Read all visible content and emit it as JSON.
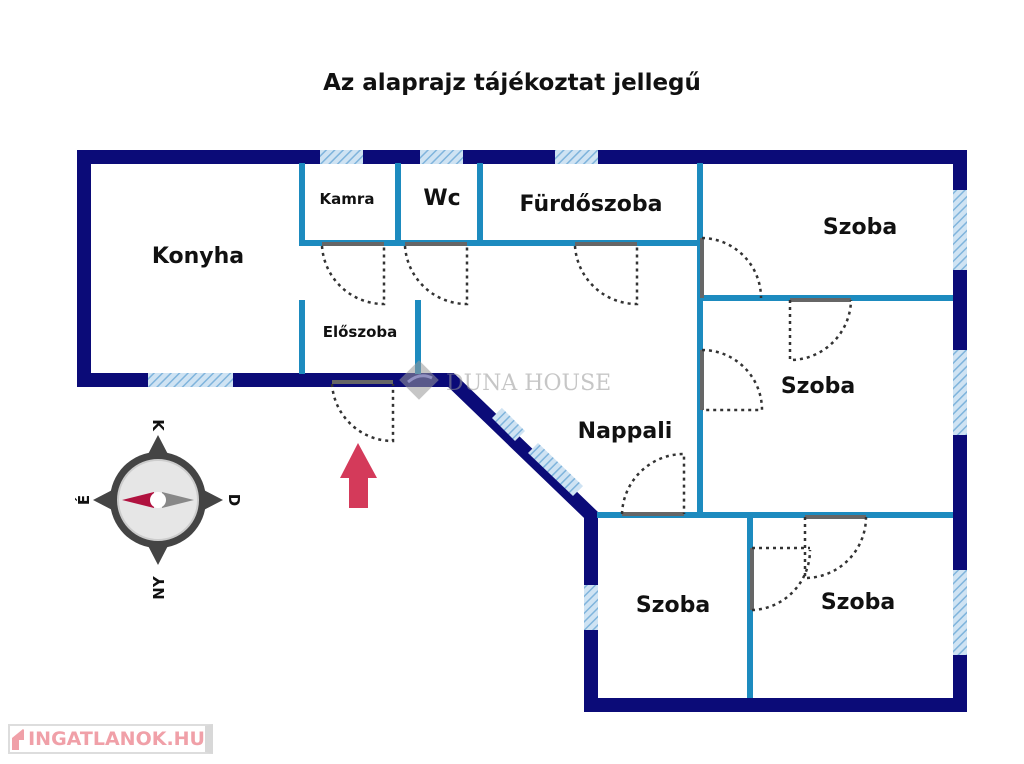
{
  "title": "Az alaprajz tájékoztat jellegű",
  "rooms": {
    "konyha": "Konyha",
    "kamra": "Kamra",
    "wc": "Wc",
    "furdoszoba": "Fürdőszoba",
    "eloszoba": "Előszoba",
    "nappali": "Nappali",
    "szoba1": "Szoba",
    "szoba2": "Szoba",
    "szoba3": "Szoba",
    "szoba4": "Szoba"
  },
  "compass": {
    "north": "K",
    "west": "É",
    "east": "D",
    "south": "NY"
  },
  "watermark": "DUNA HOUSE",
  "logo": "INGATLANOK.HU",
  "colors": {
    "outer_wall": "#0b0b78",
    "inner_wall": "#1d8bbf",
    "window": "#a9cde8",
    "entry_arrow": "#d43a5a"
  }
}
